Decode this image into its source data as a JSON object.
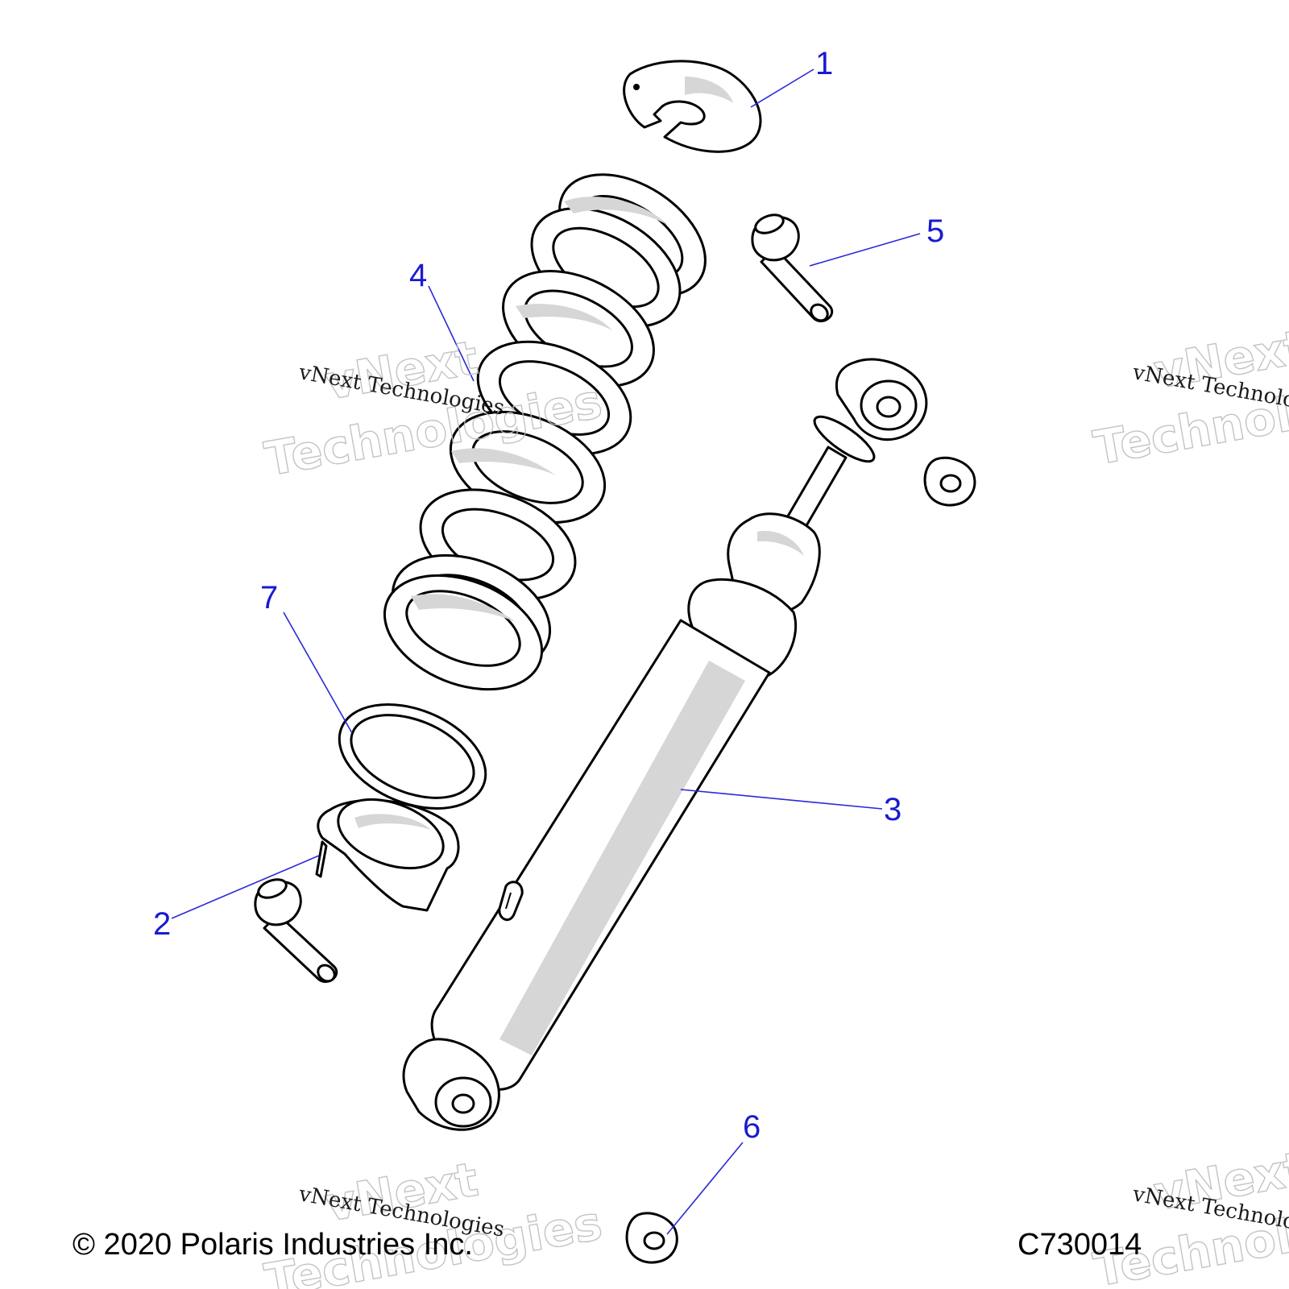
{
  "diagram": {
    "callouts": [
      "1",
      "2",
      "3",
      "4",
      "5",
      "6",
      "7"
    ]
  },
  "footer": {
    "copyright": "© 2020 Polaris Industries Inc.",
    "code": "C730014"
  },
  "watermark": {
    "line": "vNext Technologies",
    "big_line1": "vNext",
    "big_line2": "Technologies"
  },
  "colors": {
    "callout": "#1a1ad0",
    "outline": "#000000",
    "shading": "#d6d6d6",
    "watermark_outline": "#bdbdbd"
  }
}
